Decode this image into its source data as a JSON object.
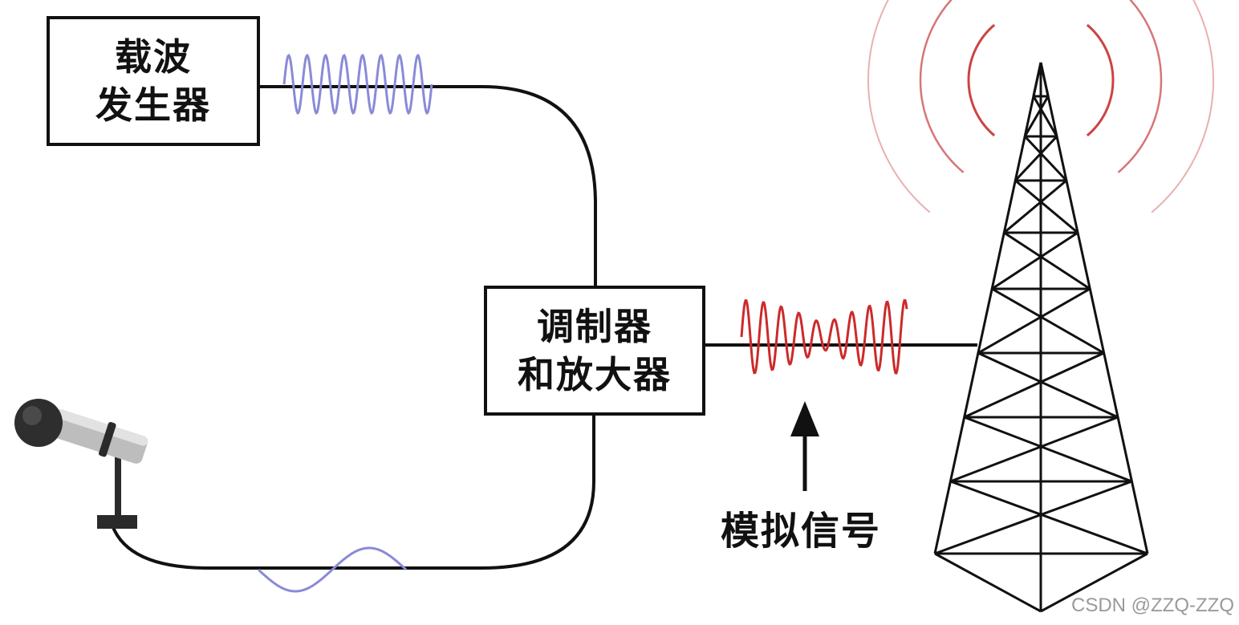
{
  "carrier_generator": {
    "line1": "载波",
    "line2": "发生器"
  },
  "modulator": {
    "line1": "调制器",
    "line2": "和放大器"
  },
  "analog_signal_label": "模拟信号",
  "watermark": "CSDN @ZZQ-ZZQ",
  "colors": {
    "line": "#111111",
    "carrier_wave": "#8a8ad8",
    "modulated_wave": "#cc2a2a",
    "radio_wave": "#c83a3a"
  },
  "icons": [
    "microphone-icon",
    "transmission-tower-icon",
    "radio-waves-icon",
    "arrow-up-icon"
  ]
}
